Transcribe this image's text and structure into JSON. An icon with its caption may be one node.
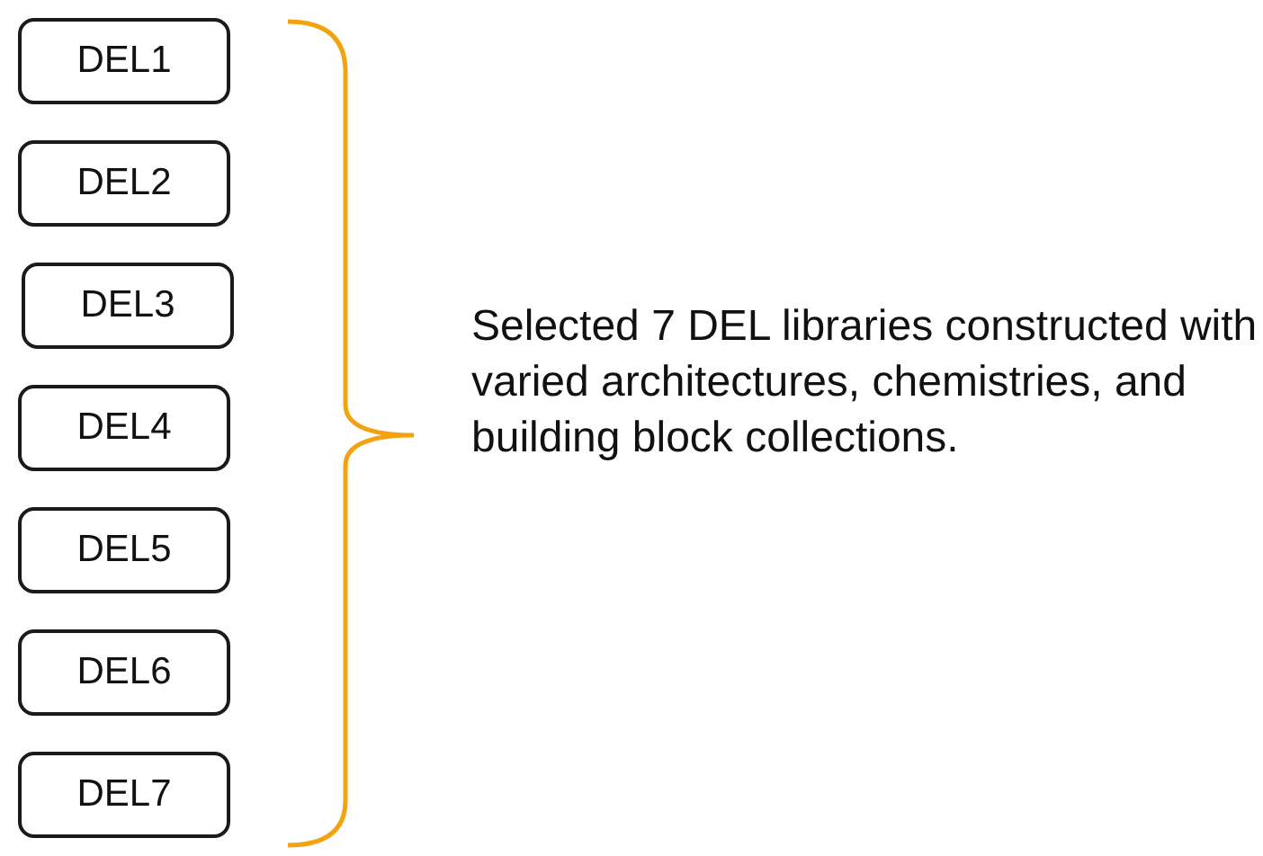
{
  "diagram": {
    "nodes": [
      {
        "text": [
          "DEL1"
        ]
      },
      {
        "text": [
          "DEL2"
        ]
      },
      {
        "text": [
          "DEL3"
        ]
      },
      {
        "text": [
          "DEL4"
        ]
      },
      {
        "text": [
          "DEL5"
        ]
      },
      {
        "text": [
          "DEL6"
        ]
      },
      {
        "text": [
          "DEL7"
        ]
      }
    ],
    "edges": [],
    "labels": [
      "Selected 7 DEL libraries constructed with varied architectures, chemistries, and building block collections."
    ]
  }
}
